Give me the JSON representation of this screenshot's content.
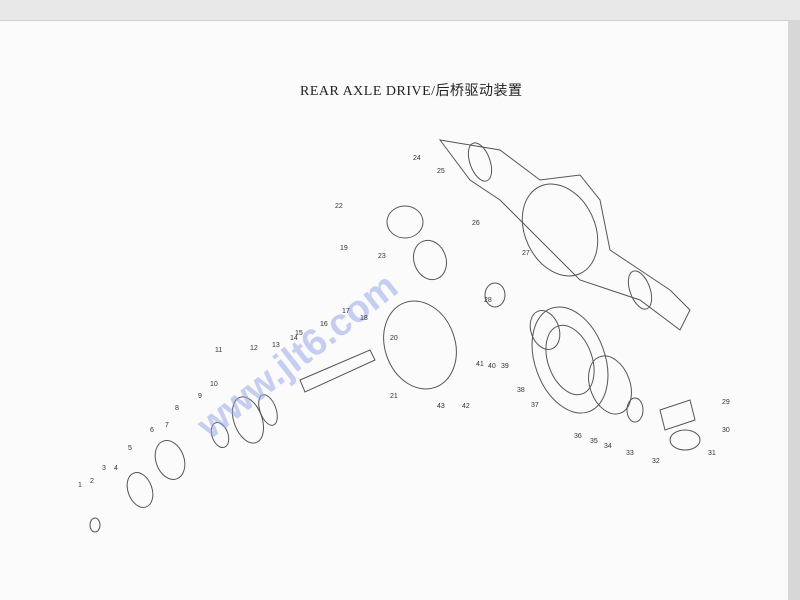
{
  "title": "REAR AXLE DRIVE/后桥驱动装置",
  "watermark": "www.jlt6.com",
  "labels": [
    "1",
    "2",
    "3",
    "4",
    "5",
    "6",
    "7",
    "8",
    "9",
    "10",
    "11",
    "12",
    "13",
    "14",
    "15",
    "16",
    "17",
    "18",
    "19",
    "20",
    "21",
    "22",
    "23",
    "24",
    "25",
    "26",
    "27",
    "28",
    "29",
    "30",
    "31",
    "32",
    "33",
    "34",
    "35",
    "36",
    "37",
    "38",
    "39",
    "40",
    "41",
    "42",
    "43"
  ],
  "colors": {
    "line": "#555555",
    "text": "#222222",
    "watermark": "#9aa8e8"
  }
}
